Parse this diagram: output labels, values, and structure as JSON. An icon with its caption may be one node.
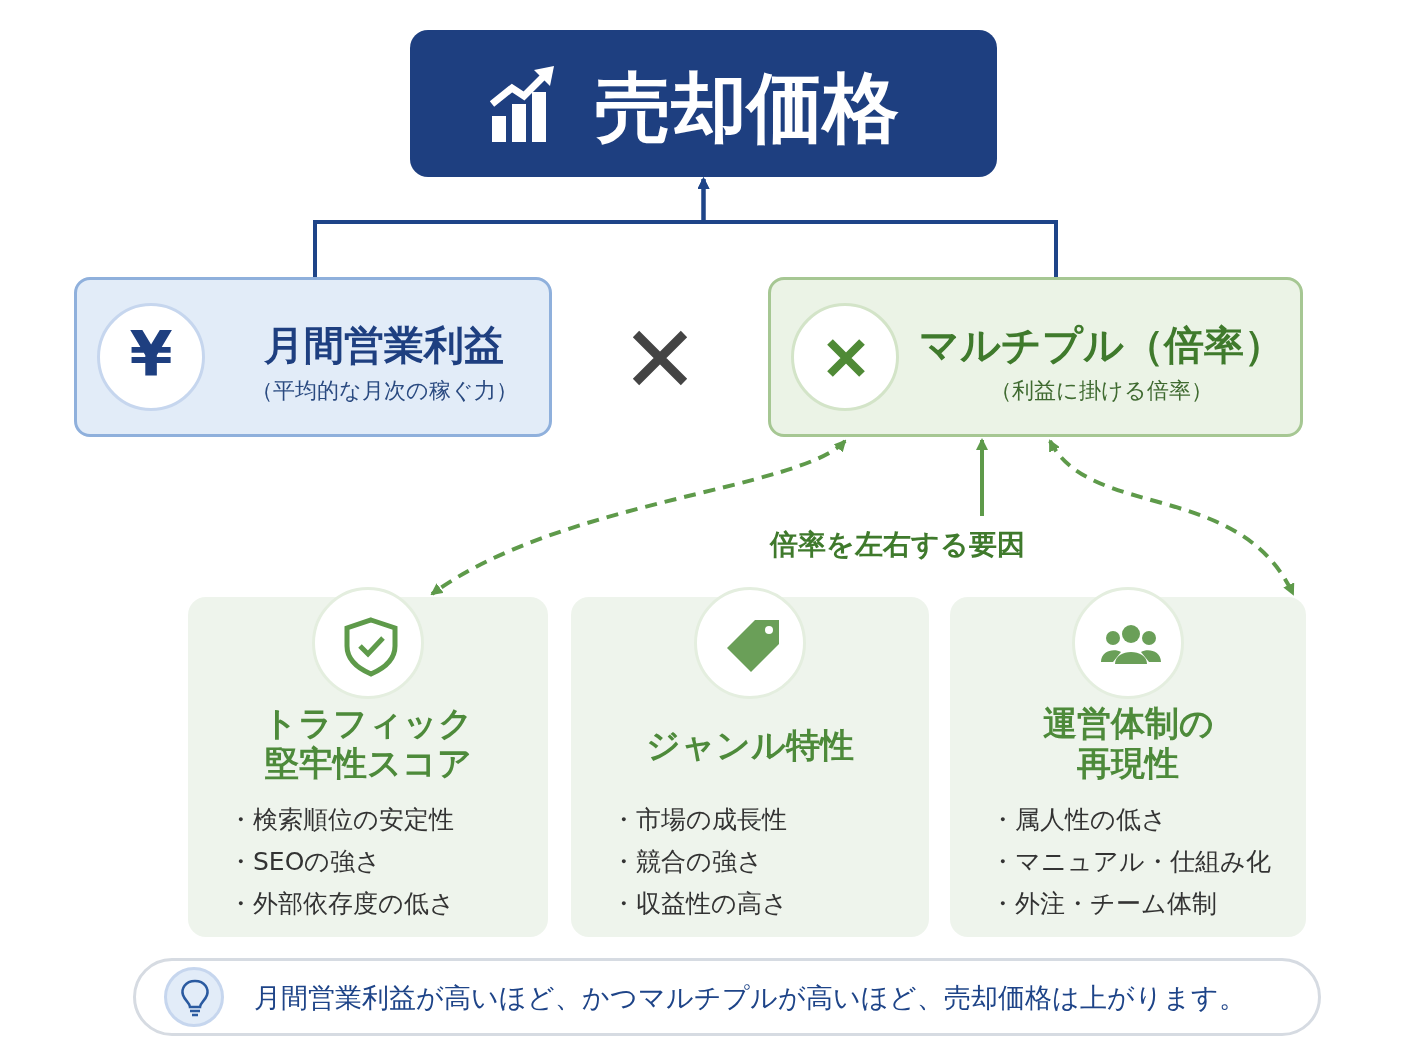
{
  "diagram": {
    "nodes": [
      {
        "text": [
          "売却価格"
        ]
      },
      {
        "text": [
          "月間営業利益",
          "（平均的な月次の稼ぐ力）"
        ]
      },
      {
        "text": [
          "マルチプル（倍率）",
          "（利益に掛ける倍率）"
        ]
      },
      {
        "text": [
          "トラフィック堅牢性スコア",
          "・検索順位の安定性",
          "・SEOの強さ",
          "・外部依存度の低さ"
        ]
      },
      {
        "text": [
          "ジャンル特性",
          "・市場の成長性",
          "・競合の強さ",
          "・収益性の高さ"
        ]
      },
      {
        "text": [
          "運営体制の再現性",
          "・属人性の低さ",
          "・マニュアル・仕組み化",
          "・外注・チーム体制"
        ]
      },
      {
        "text": [
          "倍率を左右する要因"
        ]
      },
      {
        "text": [
          "月間営業利益が高いほど、かつマルチプルが高いほど、売却価格は上がります。"
        ]
      }
    ],
    "edges": [
      {
        "from": 1,
        "to": 0,
        "arrow": "to",
        "color": "#1e4488"
      },
      {
        "from": 2,
        "to": 0,
        "arrow": "to",
        "color": "#1e4488"
      },
      {
        "from": 2,
        "to": 3,
        "arrow": "both",
        "style": "dashed"
      },
      {
        "from": 6,
        "to": 2,
        "arrow": "to"
      },
      {
        "from": 2,
        "to": 5,
        "arrow": "both",
        "style": "dashed"
      }
    ],
    "labels": [
      "¥"
    ]
  }
}
